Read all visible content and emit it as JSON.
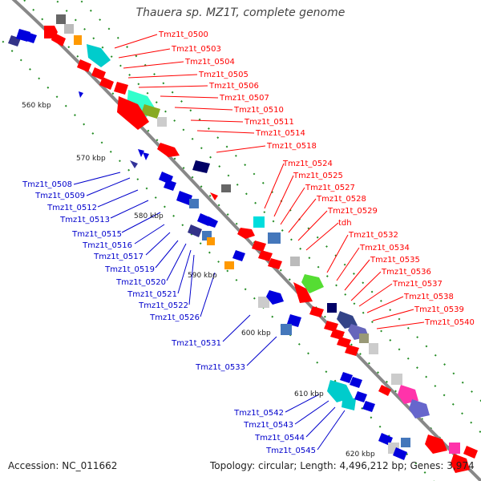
{
  "title": "Thauera sp. MZ1T, complete genome",
  "accession": "Accession: NC_011662",
  "topology": "Topology: circular; Length: 4,496,212 bp; Genes: 3,974",
  "kbp_labels": [
    "560 kbp",
    "570 kbp",
    "580 kbp",
    "590 kbp",
    "600 kbp",
    "610 kbp",
    "620 kbp"
  ],
  "right_labels": [
    "Tmz1t_0500",
    "Tmz1t_0503",
    "Tmz1t_0504",
    "Tmz1t_0505",
    "Tmz1t_0506",
    "Tmz1t_0507",
    "Tmz1t_0510",
    "Tmz1t_0511",
    "Tmz1t_0514",
    "Tmz1t_0518",
    "Tmz1t_0524",
    "Tmz1t_0525",
    "Tmz1t_0527",
    "Tmz1t_0528",
    "Tmz1t_0529",
    "tdh",
    "Tmz1t_0532",
    "Tmz1t_0534",
    "Tmz1t_0535",
    "Tmz1t_0536",
    "Tmz1t_0537",
    "Tmz1t_0538",
    "Tmz1t_0539",
    "Tmz1t_0540"
  ],
  "left_labels": [
    "Tmz1t_0508",
    "Tmz1t_0509",
    "Tmz1t_0512",
    "Tmz1t_0513",
    "Tmz1t_0515",
    "Tmz1t_0516",
    "Tmz1t_0517",
    "Tmz1t_0519",
    "Tmz1t_0520",
    "Tmz1t_0521",
    "Tmz1t_0522",
    "Tmz1t_0526",
    "Tmz1t_0531",
    "Tmz1t_0533",
    "Tmz1t_0542",
    "Tmz1t_0543",
    "Tmz1t_0544",
    "Tmz1t_0545"
  ],
  "colors": {
    "forward": "#ff0000",
    "reverse": "#0000dd",
    "backbone": "#888888",
    "ticks": "#228b22"
  }
}
